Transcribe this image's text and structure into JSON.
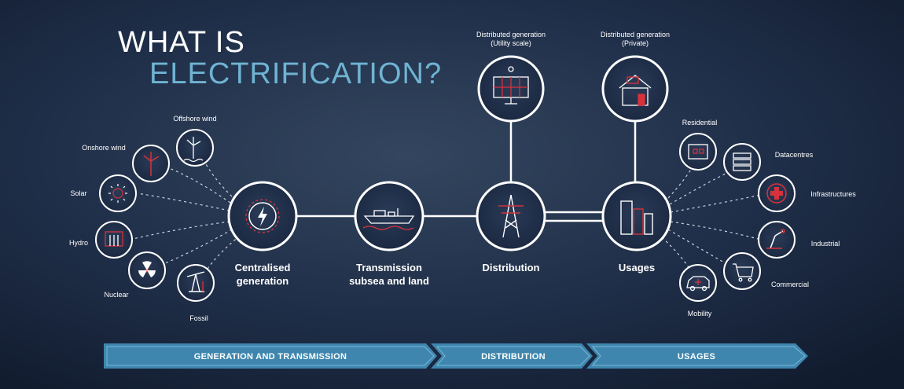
{
  "title": {
    "line1": "WHAT IS",
    "line2": "ELECTRIFICATION?"
  },
  "colors": {
    "accent_red": "#d6323c",
    "band_blue": "#3e86ae",
    "title_blue": "#6fb3d2"
  },
  "generation_sources": [
    {
      "label": "Offshore wind",
      "icon": "offshore-wind-icon"
    },
    {
      "label": "Onshore wind",
      "icon": "onshore-wind-icon"
    },
    {
      "label": "Solar",
      "icon": "sun-icon"
    },
    {
      "label": "Hydro",
      "icon": "dam-icon"
    },
    {
      "label": "Nuclear",
      "icon": "radiation-icon"
    },
    {
      "label": "Fossil",
      "icon": "oil-pump-icon"
    }
  ],
  "main_chain": [
    {
      "label_line1": "Centralised",
      "label_line2": "generation",
      "icon": "lightning-icon"
    },
    {
      "label_line1": "Transmission",
      "label_line2": "subsea and land",
      "icon": "cable-ship-icon"
    },
    {
      "label_line1": "Distribution",
      "label_line2": "",
      "icon": "pylon-icon"
    },
    {
      "label_line1": "Usages",
      "label_line2": "",
      "icon": "buildings-icon"
    }
  ],
  "distributed": [
    {
      "label_line1": "Distributed generation",
      "label_line2": "(Utility scale)",
      "icon": "solar-panel-icon"
    },
    {
      "label_line1": "Distributed generation",
      "label_line2": "(Private)",
      "icon": "solar-house-icon"
    }
  ],
  "usages": [
    {
      "label": "Residential",
      "icon": "residential-icon"
    },
    {
      "label": "Datacentres",
      "icon": "server-icon"
    },
    {
      "label": "Infrastructures",
      "icon": "hospital-icon"
    },
    {
      "label": "Industrial",
      "icon": "robot-arm-icon"
    },
    {
      "label": "Commercial",
      "icon": "shopping-cart-icon"
    },
    {
      "label": "Mobility",
      "icon": "electric-car-icon"
    }
  ],
  "bands": [
    {
      "label": "GENERATION AND TRANSMISSION"
    },
    {
      "label": "DISTRIBUTION"
    },
    {
      "label": "USAGES"
    }
  ]
}
